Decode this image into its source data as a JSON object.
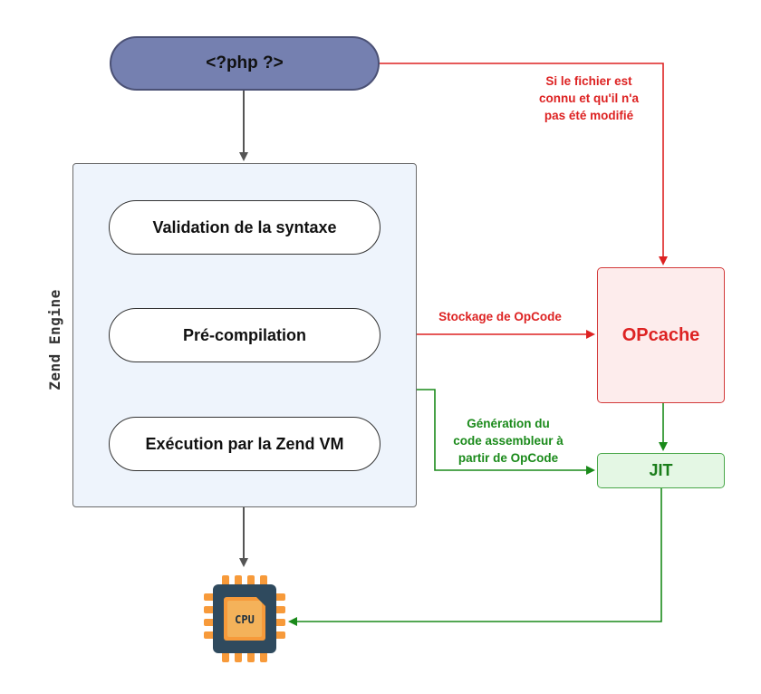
{
  "nodes": {
    "php_tag": "<?php ?>",
    "engine_label": "Zend Engine",
    "step_validation": "Validation de la syntaxe",
    "step_precompilation": "Pré-compilation",
    "step_execution": "Exécution par la Zend VM",
    "opcache": "OPcache",
    "jit": "JIT",
    "cpu": "CPU"
  },
  "labels": {
    "cached_line1": "Si le fichier est",
    "cached_line2": "connu et qu'il n'a",
    "cached_line3": "pas été modifié",
    "storage": "Stockage de OpCode",
    "jit_line1": "Génération du",
    "jit_line2": "code assembleur à",
    "jit_line3": "partir de OpCode"
  },
  "colors": {
    "php_fill": "#7580b0",
    "engine_fill": "#eef4fc",
    "opcache_red": "#dd2222",
    "jit_green": "#1a8a1a",
    "cpu_orange": "#f79a3a",
    "cpu_body": "#2f4a5e"
  },
  "icons": {
    "cpu": "cpu-chip-icon"
  }
}
